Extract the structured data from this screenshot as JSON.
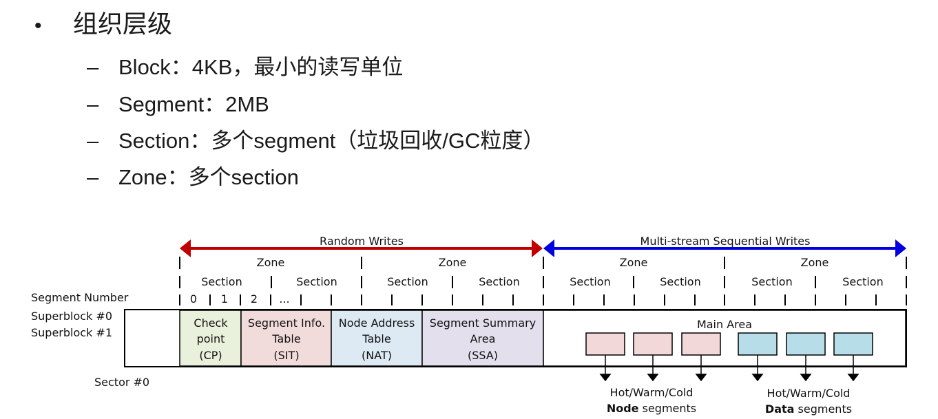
{
  "bullets": {
    "main": {
      "marker": "•",
      "text": "组织层级"
    },
    "subs": [
      {
        "marker": "–",
        "text": "Block：4KB，最小的读写单位"
      },
      {
        "marker": "–",
        "text": "Segment：2MB"
      },
      {
        "marker": "–",
        "text": "Section：多个segment（垃圾回收/GC粒度）"
      },
      {
        "marker": "–",
        "text": "Zone：多个section"
      }
    ]
  },
  "diagram": {
    "random_writes": "Random Writes",
    "sequential_writes": "Multi-stream Sequential Writes",
    "zone_label": "Zone",
    "section_label": "Section",
    "segment_number_label": "Segment Number",
    "segment_numbers": [
      "0",
      "1",
      "2",
      "..."
    ],
    "superblock0": "Superblock #0",
    "superblock1": "Superblock #1",
    "sector0": "Sector #0",
    "cp": [
      "Check",
      "point",
      "(CP)"
    ],
    "sit": [
      "Segment Info.",
      "Table",
      "(SIT)"
    ],
    "nat": [
      "Node Address",
      "Table",
      "(NAT)"
    ],
    "ssa": [
      "Segment Summary",
      "Area",
      "(SSA)"
    ],
    "main_area": "Main Area",
    "node_caption": {
      "line1": "Hot/Warm/Cold",
      "bold": "Node",
      "rest": " segments"
    },
    "data_caption": {
      "line1": "Hot/Warm/Cold",
      "bold": "Data",
      "rest": " segments"
    },
    "colors": {
      "random_arrow": "#c00000",
      "sequential_arrow": "#0000e0",
      "cp_fill": "#e9f0dc",
      "sit_fill": "#f2dcdb",
      "nat_fill": "#dde9f3",
      "ssa_fill": "#e4dfec",
      "node_seg_fill": "#f2d8d8",
      "data_seg_fill": "#b7dee8"
    }
  }
}
